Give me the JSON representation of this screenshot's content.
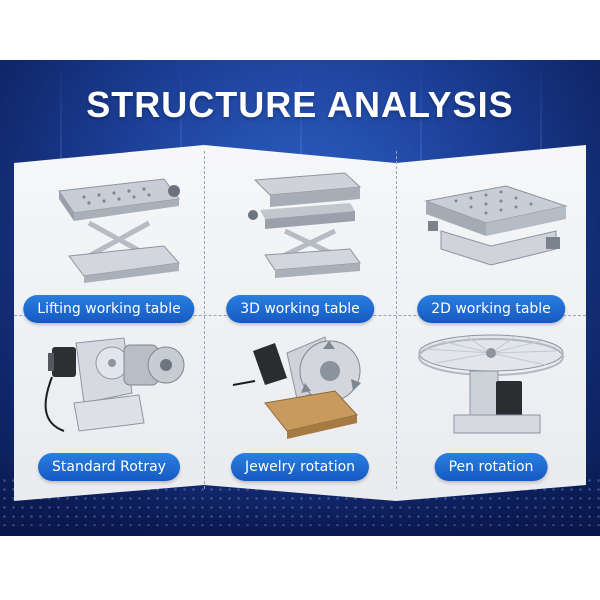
{
  "header": {
    "title": "STRUCTURE ANALYSIS"
  },
  "products": [
    {
      "label": "Lifting working table",
      "icon": "lifting-table-icon"
    },
    {
      "label": "3D working table",
      "icon": "3d-table-icon"
    },
    {
      "label": "2D working table",
      "icon": "2d-table-icon"
    },
    {
      "label": "Standard Rotray",
      "icon": "rotary-chuck-icon"
    },
    {
      "label": "Jewelry rotation",
      "icon": "jewelry-rotary-icon"
    },
    {
      "label": "Pen rotation",
      "icon": "pen-rotary-icon"
    }
  ],
  "colors": {
    "banner": "#1c3f97",
    "pill": "#1f6fd6",
    "panel": "#f1f2f5"
  }
}
